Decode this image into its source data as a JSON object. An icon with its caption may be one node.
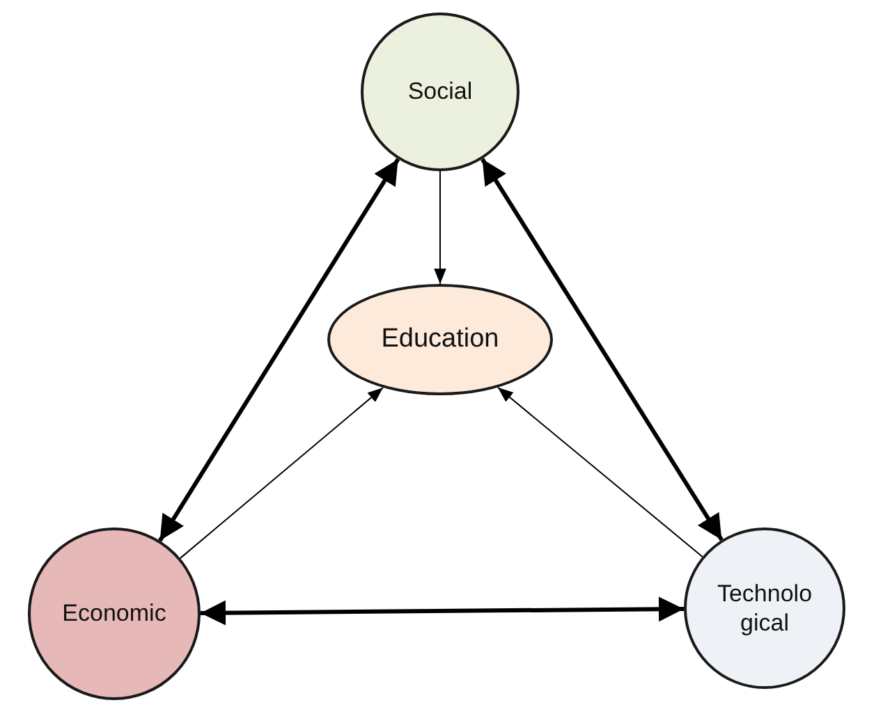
{
  "diagram": {
    "nodes": [
      {
        "text": [
          "Social"
        ]
      },
      {
        "text": [
          "Education"
        ]
      },
      {
        "text": [
          "Economic"
        ]
      },
      {
        "text": [
          "Technolo gical"
        ]
      }
    ],
    "edges": [
      {
        "from": 0,
        "to": 2,
        "arrow": "both",
        "style": "thick"
      },
      {
        "from": 0,
        "to": 3,
        "arrow": "both",
        "style": "thick"
      },
      {
        "from": 2,
        "to": 3,
        "arrow": "both",
        "style": "thick"
      },
      {
        "from": 0,
        "to": 1,
        "arrow": "to"
      },
      {
        "from": 2,
        "to": 1,
        "arrow": "to"
      },
      {
        "from": 3,
        "to": 1,
        "arrow": "to"
      }
    ]
  }
}
